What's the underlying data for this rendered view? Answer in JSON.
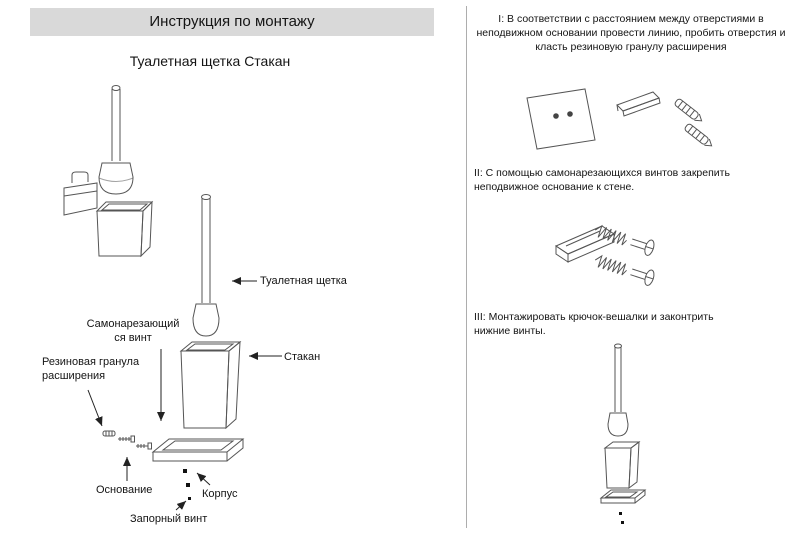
{
  "page": {
    "title": "Инструкция по монтажу",
    "subtitle": "Туалетная щетка Стакан",
    "header_bg": "#d9d9d9",
    "line_color": "#555555"
  },
  "diagram_labels": {
    "brush": "Туалетная щетка",
    "self_tapping_screw": "Самонарезающийся винт",
    "rubber_granule": "Резиновая гранула расширения",
    "cup": "Стакан",
    "base": "Основание",
    "body": "Корпус",
    "lock_screw": "Запорный винт"
  },
  "steps": [
    {
      "text": "I: В соответствии с расстоянием между отверстиями в неподвижном основании провести линию, пробить отверстия и класть резиновую гранулу расширения"
    },
    {
      "text": "II: С помощью самонарезающихся винтов закрепить неподвижное основание к стене."
    },
    {
      "text": "III: Монтажировать крючок-вешалки и законтрить нижние винты."
    }
  ]
}
